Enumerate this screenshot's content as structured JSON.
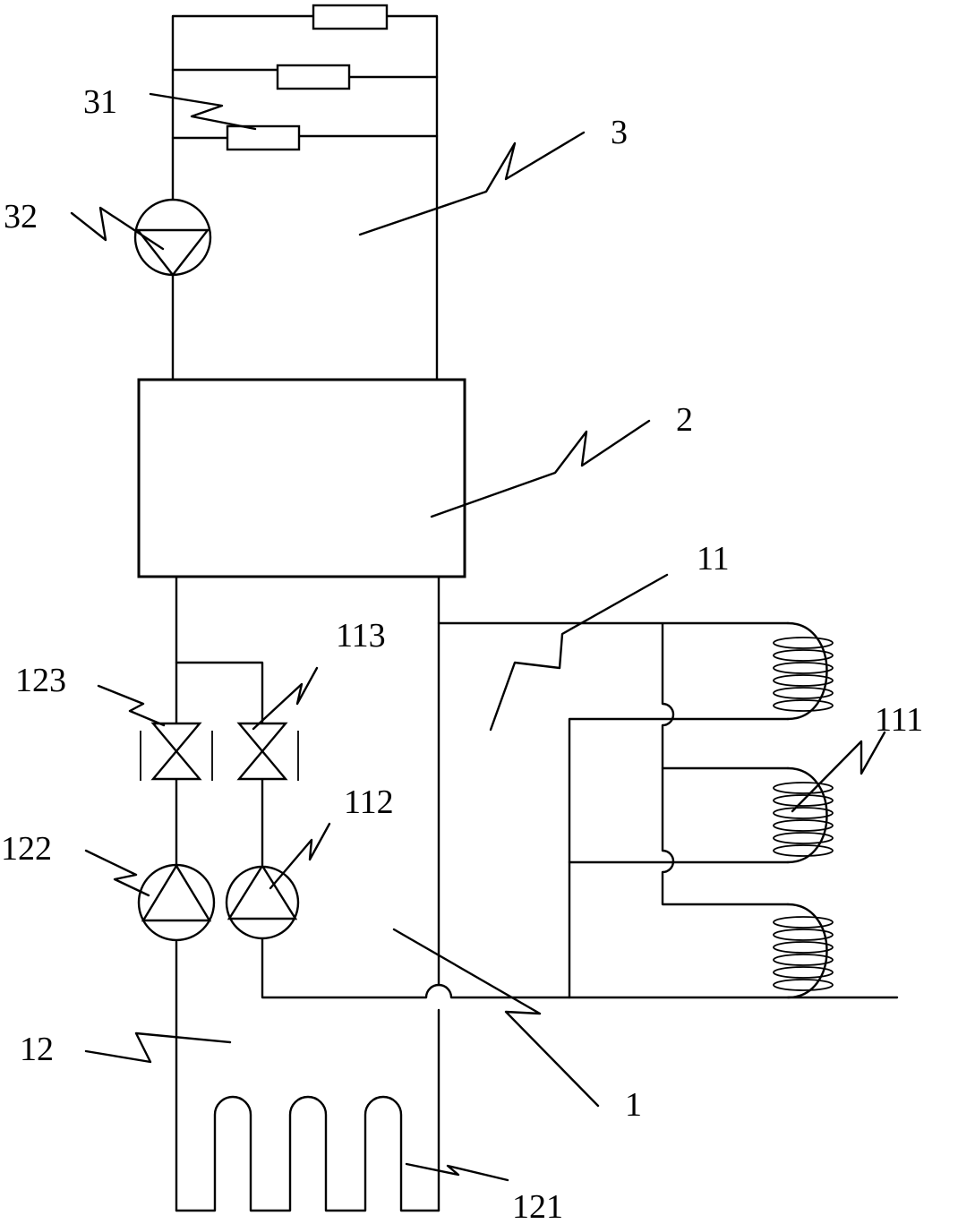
{
  "labels": {
    "l1": "1",
    "l2": "2",
    "l3": "3",
    "l11": "11",
    "l12": "12",
    "l31": "31",
    "l32": "32",
    "l111": "111",
    "l112": "112",
    "l113": "113",
    "l121": "121",
    "l122": "122",
    "l123": "123"
  }
}
